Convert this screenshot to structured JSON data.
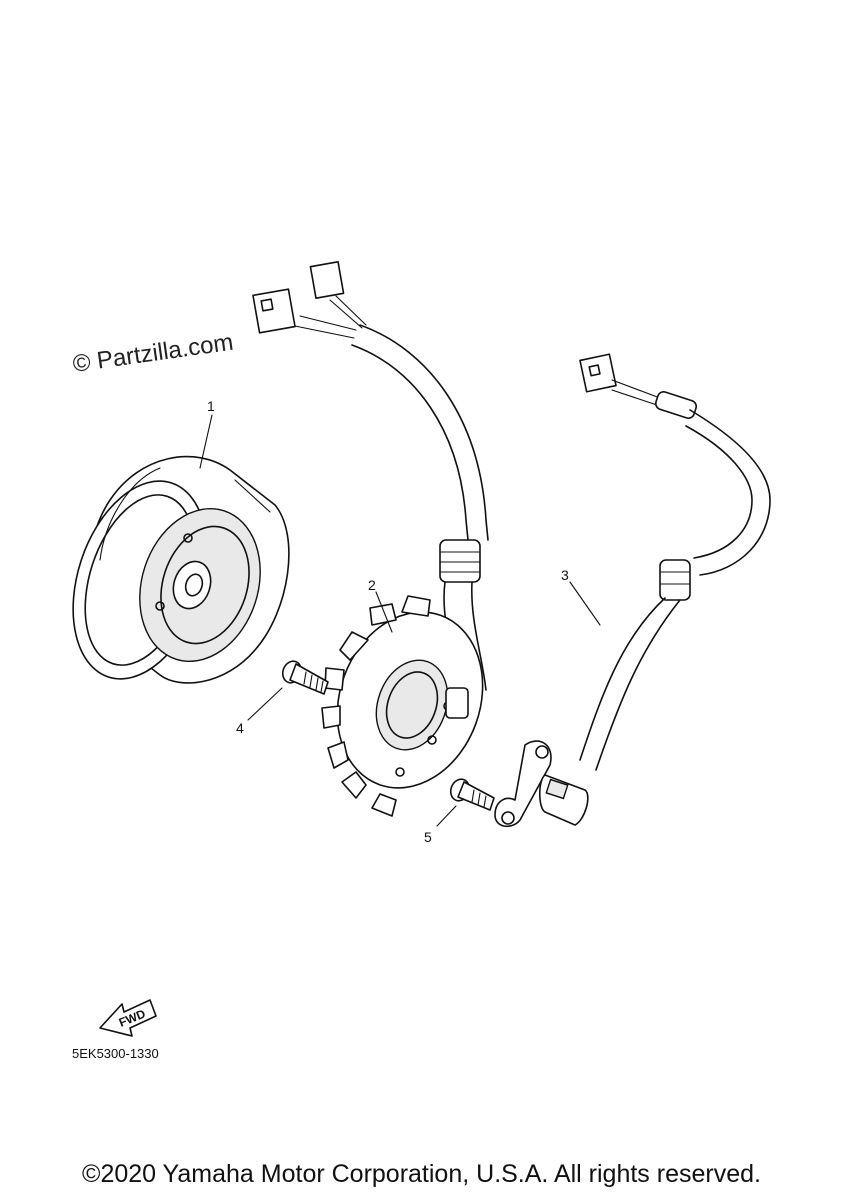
{
  "watermark": "© Partzilla.com",
  "diagram_code": "5EK5300-1330",
  "fwd_label": "FWD",
  "copyright": "©2020 Yamaha Motor Corporation, U.S.A. All rights reserved.",
  "callouts": [
    {
      "number": "1",
      "part": "rotor-flywheel"
    },
    {
      "number": "2",
      "part": "stator-coil-assembly"
    },
    {
      "number": "3",
      "part": "pickup-coil-sensor"
    },
    {
      "number": "4",
      "part": "bolt"
    },
    {
      "number": "5",
      "part": "bolt"
    }
  ]
}
